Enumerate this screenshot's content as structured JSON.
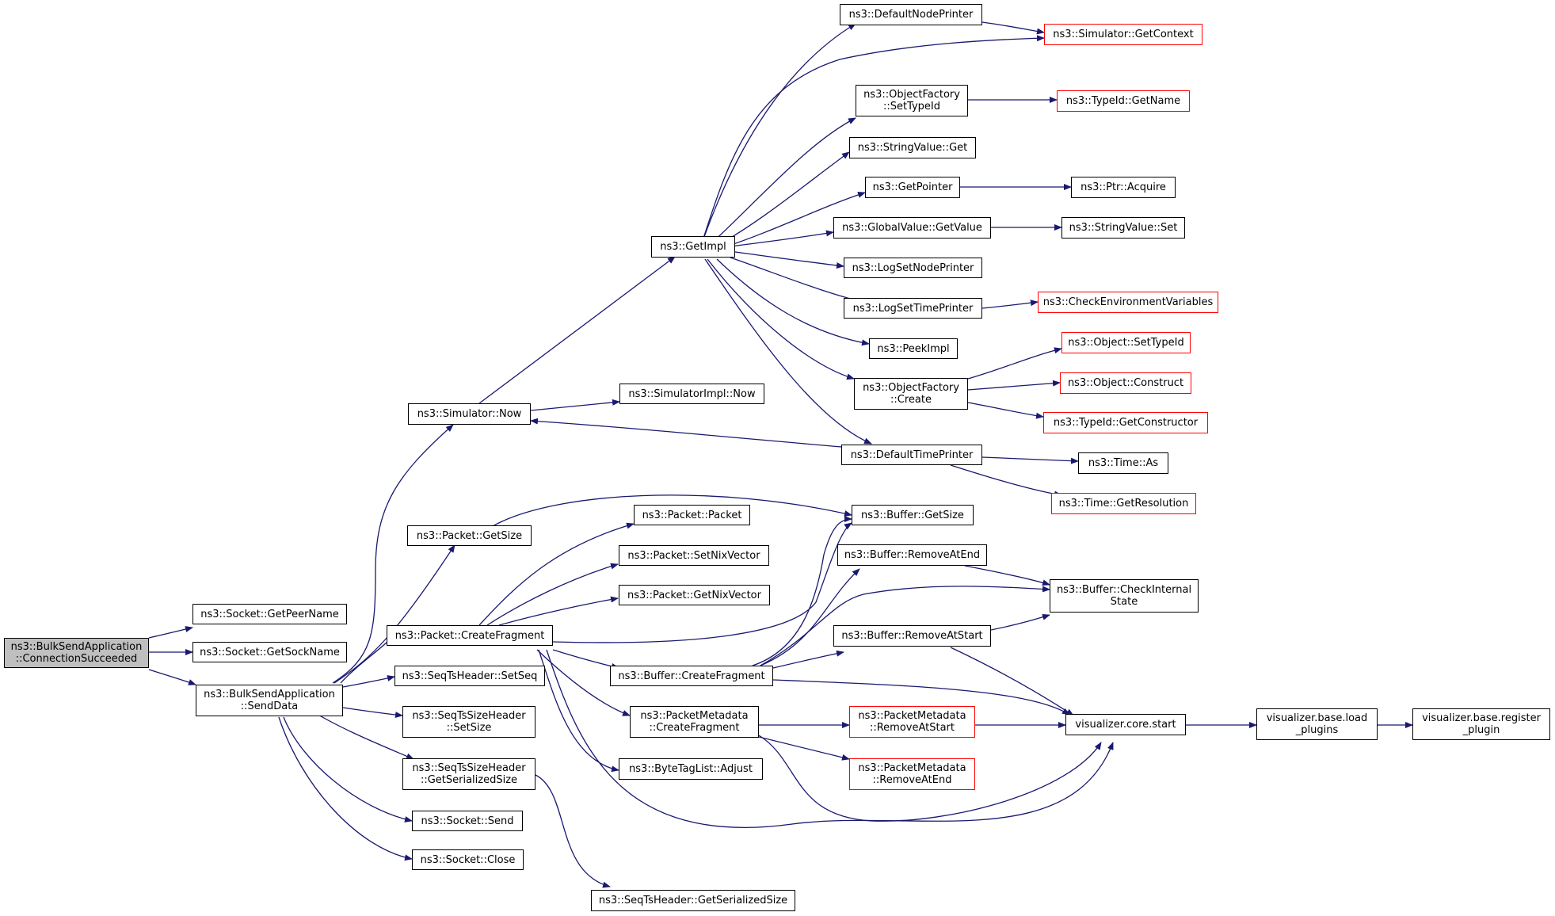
{
  "colors": {
    "edge": "#191970",
    "node_border": "#000000",
    "external_border": "#ff0000",
    "root_fill": "#bfbfbf"
  },
  "nodes": {
    "root": {
      "lines": [
        "ns3::BulkSendApplication",
        "::ConnectionSucceeded"
      ]
    },
    "get_peer_name": {
      "lines": [
        "ns3::Socket::GetPeerName"
      ]
    },
    "get_sock_name": {
      "lines": [
        "ns3::Socket::GetSockName"
      ]
    },
    "send_data": {
      "lines": [
        "ns3::BulkSendApplication",
        "::SendData"
      ]
    },
    "simulator_now": {
      "lines": [
        "ns3::Simulator::Now"
      ]
    },
    "packet_get_size": {
      "lines": [
        "ns3::Packet::GetSize"
      ]
    },
    "packet_create_fragment": {
      "lines": [
        "ns3::Packet::CreateFragment"
      ]
    },
    "seq_ts_header_set_seq": {
      "lines": [
        "ns3::SeqTsHeader::SetSeq"
      ]
    },
    "seq_ts_size_header_set_size": {
      "lines": [
        "ns3::SeqTsSizeHeader",
        "::SetSize"
      ]
    },
    "seq_ts_size_header_get_serialized_size": {
      "lines": [
        "ns3::SeqTsSizeHeader",
        "::GetSerializedSize"
      ]
    },
    "socket_send": {
      "lines": [
        "ns3::Socket::Send"
      ]
    },
    "socket_close": {
      "lines": [
        "ns3::Socket::Close"
      ]
    },
    "seq_ts_header_get_serialized_size": {
      "lines": [
        "ns3::SeqTsHeader::GetSerializedSize"
      ]
    },
    "get_impl": {
      "lines": [
        "ns3::GetImpl"
      ]
    },
    "simulator_impl_now": {
      "lines": [
        "ns3::SimulatorImpl::Now"
      ]
    },
    "packet_packet": {
      "lines": [
        "ns3::Packet::Packet"
      ]
    },
    "packet_set_nix_vector": {
      "lines": [
        "ns3::Packet::SetNixVector"
      ]
    },
    "packet_get_nix_vector": {
      "lines": [
        "ns3::Packet::GetNixVector"
      ]
    },
    "buffer_create_fragment": {
      "lines": [
        "ns3::Buffer::CreateFragment"
      ]
    },
    "packet_metadata_create_fragment": {
      "lines": [
        "ns3::PacketMetadata",
        "::CreateFragment"
      ]
    },
    "byte_tag_list_adjust": {
      "lines": [
        "ns3::ByteTagList::Adjust"
      ]
    },
    "default_node_printer": {
      "lines": [
        "ns3::DefaultNodePrinter"
      ]
    },
    "object_factory_set_type_id": {
      "lines": [
        "ns3::ObjectFactory",
        "::SetTypeId"
      ]
    },
    "string_value_get": {
      "lines": [
        "ns3::StringValue::Get"
      ]
    },
    "get_pointer": {
      "lines": [
        "ns3::GetPointer"
      ]
    },
    "global_value_get_value": {
      "lines": [
        "ns3::GlobalValue::GetValue"
      ]
    },
    "log_set_node_printer": {
      "lines": [
        "ns3::LogSetNodePrinter"
      ]
    },
    "log_set_time_printer": {
      "lines": [
        "ns3::LogSetTimePrinter"
      ]
    },
    "peek_impl": {
      "lines": [
        "ns3::PeekImpl"
      ]
    },
    "object_factory_create": {
      "lines": [
        "ns3::ObjectFactory",
        "::Create"
      ]
    },
    "default_time_printer": {
      "lines": [
        "ns3::DefaultTimePrinter"
      ]
    },
    "buffer_get_size": {
      "lines": [
        "ns3::Buffer::GetSize"
      ]
    },
    "buffer_remove_at_end": {
      "lines": [
        "ns3::Buffer::RemoveAtEnd"
      ]
    },
    "buffer_remove_at_start": {
      "lines": [
        "ns3::Buffer::RemoveAtStart"
      ]
    },
    "packet_metadata_remove_at_start": {
      "lines": [
        "ns3::PacketMetadata",
        "::RemoveAtStart"
      ]
    },
    "packet_metadata_remove_at_end": {
      "lines": [
        "ns3::PacketMetadata",
        "::RemoveAtEnd"
      ]
    },
    "simulator_get_context": {
      "lines": [
        "ns3::Simulator::GetContext"
      ]
    },
    "type_id_get_name": {
      "lines": [
        "ns3::TypeId::GetName"
      ]
    },
    "ptr_acquire": {
      "lines": [
        "ns3::Ptr::Acquire"
      ]
    },
    "string_value_set": {
      "lines": [
        "ns3::StringValue::Set"
      ]
    },
    "check_environment_variables": {
      "lines": [
        "ns3::CheckEnvironmentVariables"
      ]
    },
    "object_set_type_id": {
      "lines": [
        "ns3::Object::SetTypeId"
      ]
    },
    "object_construct": {
      "lines": [
        "ns3::Object::Construct"
      ]
    },
    "type_id_get_constructor": {
      "lines": [
        "ns3::TypeId::GetConstructor"
      ]
    },
    "time_as": {
      "lines": [
        "ns3::Time::As"
      ]
    },
    "time_get_resolution": {
      "lines": [
        "ns3::Time::GetResolution"
      ]
    },
    "buffer_check_internal_state": {
      "lines": [
        "ns3::Buffer::CheckInternal",
        "State"
      ]
    },
    "visualizer_core_start": {
      "lines": [
        "visualizer.core.start"
      ]
    },
    "visualizer_base_load_plugins": {
      "lines": [
        "visualizer.base.load",
        "_plugins"
      ]
    },
    "visualizer_base_register_plugin": {
      "lines": [
        "visualizer.base.register",
        "_plugin"
      ]
    }
  }
}
